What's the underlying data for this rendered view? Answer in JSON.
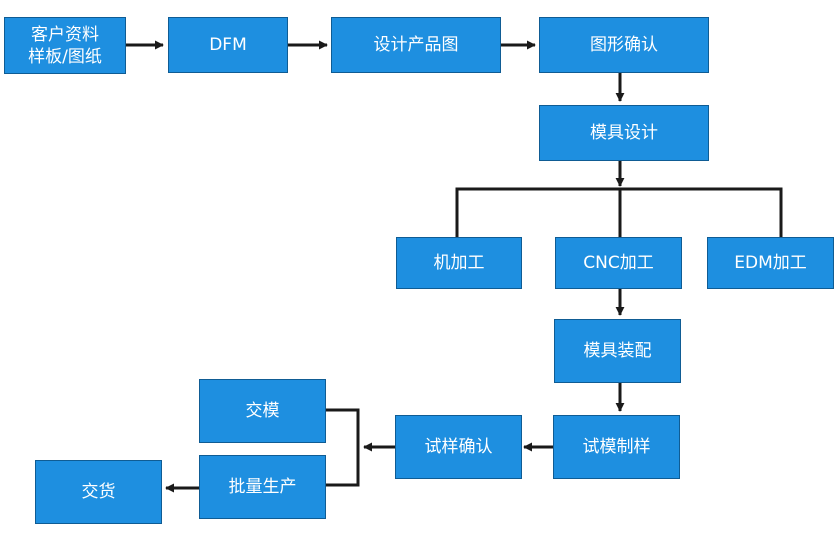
{
  "colors": {
    "box_fill": "#1e8fe0",
    "box_border": "#0f5c94",
    "box_text": "#ffffff",
    "connector": "#1a1a1a"
  },
  "nodes": {
    "customer_data": "客户资料\n样板/图纸",
    "dfm": "DFM",
    "design_drawing": "设计产品图",
    "drawing_confirm": "图形确认",
    "mold_design": "模具设计",
    "machining": "机加工",
    "cnc": "CNC加工",
    "edm": "EDM加工",
    "mold_assembly": "模具装配",
    "trial_mold": "试模制样",
    "sample_confirm": "试样确认",
    "deliver_mold": "交模",
    "mass_production": "批量生产",
    "delivery": "交货"
  }
}
